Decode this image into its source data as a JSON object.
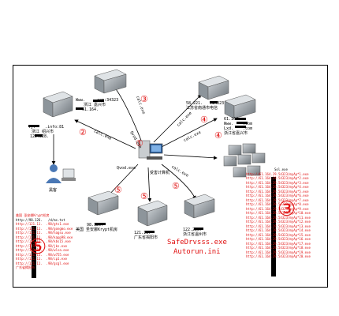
{
  "center": {
    "label": "Qvod.exe",
    "caption": "受害计算机"
  },
  "nodes": {
    "top_center": {
      "line1": "Www.    .com:34323",
      "line2": "浙江  嘉兴市",
      "line3": "61.164.    "
    },
    "top_right": {
      "line1": "58.221.   :34323",
      "line2": "江苏省南通市电信"
    },
    "right": {
      "line1": "61.164.    ",
      "line2": "Www.    .com",
      "line3": "Lxd.    .com",
      "line4": "浙江省嘉兴市"
    },
    "left": {
      "line1": "Tj.    .info:81",
      "line2": "浙江  绍兴市",
      "line3": "122.228.   "
    },
    "hacker": {
      "label": "黑客"
    },
    "bottom_left": {
      "line1": "98.126.    ",
      "line2": "美国 圣安娜Krypt机房"
    },
    "bottom_center": {
      "line1": "121.11.    ",
      "line2": "广东省揭阳市"
    },
    "bottom_right": {
      "line1": "122.228.   ",
      "line2": "浙江省温州市"
    }
  },
  "edge_labels": {
    "e1": "Qvod.exe",
    "e2": "calc.exe",
    "e3": "calc.exe",
    "e4": "calc.exe",
    "e5": "calc.exe",
    "e6": "calc.exe"
  },
  "numbers": {
    "n1": "①",
    "n2": "②",
    "n3": "③",
    "n4a": "④",
    "n4b": "④",
    "n5a": "⑤",
    "n5b": "⑤",
    "n5c": "⑤",
    "big3": "③",
    "big5": "⑤"
  },
  "middle_text": {
    "line1": "SafeDrvsss.exe",
    "line2": "Autorun.ini"
  },
  "right_list": {
    "title": "Sol.exe",
    "items": [
      "http://61.164.29.54323/myAp*1.exe",
      "http://61.164.29.54323/myAp*2.exe",
      "http://61.164.29.54323/myAp*3.exe",
      "http://61.164.29.54323/myAp*4.exe",
      "http://61.164.29.54323/myAp*5.exe",
      "http://61.164.29.54323/myAp*6.exe",
      "http://61.164.29.54323/myAp*7.exe",
      "http://61.164.29.54323/myAp*8.exe",
      "http://61.164.29.54323/myAp*9.exe",
      "http://61.164.29.54323/myAp*10.exe",
      "http://61.164.29.54323/myAp*11.exe",
      "http://61.164.29.54323/myAp*12.exe",
      "http://61.164.29.54323/myAp*13.exe",
      "http://61.164.29.54323/myAp*14.exe",
      "http://61.164.29.54323/myAp*15.exe",
      "http://61.164.29.54323/myAp*16.exe",
      "http://61.164.29.54323/myAp*17.exe",
      "http://61.164.29.54323/myAp*18.exe",
      "http://61.164.29.54323/myAp*19.exe",
      "http://61.164.29.54323/myAp*20.exe"
    ]
  },
  "left_list": {
    "header1": "美国 圣安娜Krypt机房",
    "header2": "http://98.126.   /d/ms.txt",
    "items": [
      "http://121.11.  .98/gts1.exe",
      "http://121.11.  .98/gongmo.exe",
      "http://121.11.  .98/hagsu.exe",
      "http://121.11.  .98/kapp98.exe",
      "http://121.11.  .98/kbs15.exe",
      "http://121.11.  .98/jks.exe",
      "http://121.11.  .98/wlsa.exe",
      "http://121.11.  .98/w755.exe",
      "http://121.11.  .98/cp1.exe",
      "http://121.11.  .98/gcgl.exe"
    ],
    "footer": "广东省揭阳市"
  }
}
